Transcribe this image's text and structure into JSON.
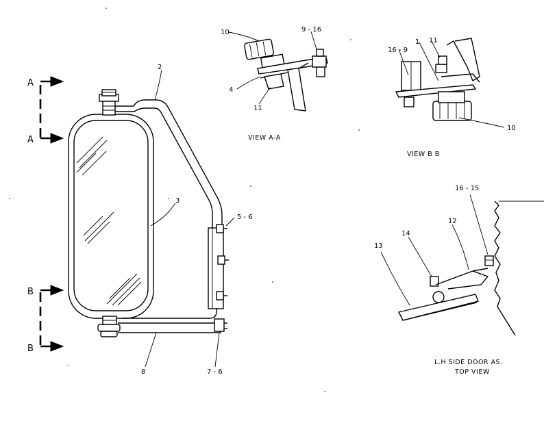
{
  "section_markers": {
    "a_top": "A",
    "a_bottom": "A",
    "b_top": "B",
    "b_bottom": "B"
  },
  "main_view": {
    "callouts": {
      "c2": "2",
      "c3": "3",
      "c5_6": "5 - 6",
      "c7_6": "7 - 6",
      "c8": "8"
    }
  },
  "view_aa": {
    "caption": "VIEW  A-A",
    "callouts": {
      "c10": "10",
      "c9_16": "9 - 16",
      "c4": "4",
      "c11": "11"
    }
  },
  "view_bb": {
    "caption": "VIEW  B B",
    "callouts": {
      "c16_9": "16 - 9",
      "c1": "1",
      "c11": "11",
      "c10": "10"
    }
  },
  "door_view": {
    "caption_line1": "L.H  SIDE DOOR AS.",
    "caption_line2": "TOP  VIEW",
    "callouts": {
      "c16_15": "16 - 15",
      "c12": "12",
      "c14": "14",
      "c13": "13"
    }
  }
}
